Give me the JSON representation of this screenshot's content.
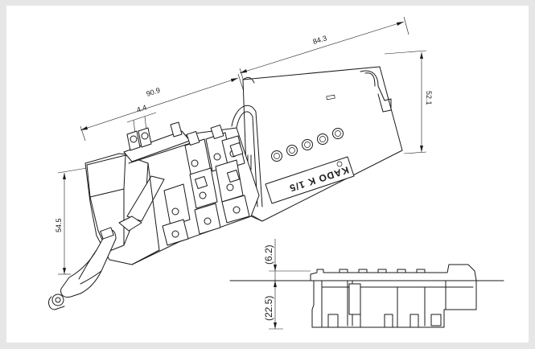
{
  "dimensions": {
    "width_overall": "90.9",
    "pin_spacing": "4.4",
    "height_overall": "54.5",
    "board_width": "84.3",
    "board_height": "52.1",
    "side_top": "(6.2)",
    "side_bottom": "(22.5)"
  },
  "board_label": "KADO  K  1/5",
  "colors": {
    "background": "#e6e6e6",
    "panel": "#ffffff",
    "line": "#1a1a1a"
  }
}
